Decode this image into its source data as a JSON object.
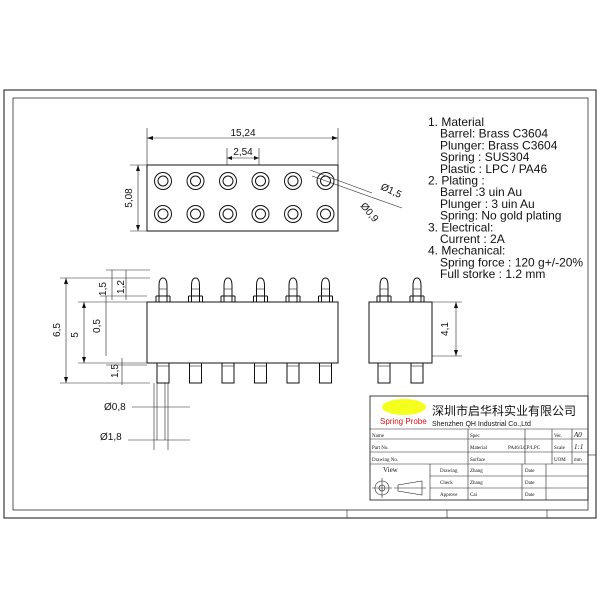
{
  "dims": {
    "w15": "15,24",
    "w254": "2,54",
    "h508": "5,08",
    "d15": "Ø1,5",
    "d09": "Ø0,9",
    "h15a": "1,5",
    "h12": "1,2",
    "h65": "6,5",
    "h05": "0,5",
    "h5": "5",
    "h15b": "1,5",
    "h41": "4,1",
    "d08": "Ø0,8",
    "d18": "Ø1,8"
  },
  "notes": [
    "1. Material",
    "  Barrel: Brass C3604",
    "  Plunger: Brass C3604",
    "  Spring : SUS304",
    "  Plastic : LPC / PA46",
    "2. Plating :",
    "  Barrel :3 uin Au",
    "  Plunger : 3 uin Au",
    "  Spring: No gold plating",
    "3. Electrical:",
    "  Current : 2A",
    "4. Mechanical:",
    "  Spring force : 120 g+/-20%",
    "  Full storke : 1.2 mm"
  ],
  "title_block": {
    "brand": "Spring Probe",
    "company_cn": "深圳市启华科实业有限公司",
    "company_en": "Shenzhen QH Industrial Co.,Ltd",
    "labels": {
      "name": "Name",
      "part_no": "Part No.",
      "drawing_no": "Drawing No.",
      "spec": "Spec",
      "material": "Material",
      "surface": "Surface",
      "ver": "Ver.",
      "scale": "Scale",
      "uom": "UOM",
      "view": "View",
      "drawing": "Drawing",
      "check": "Check",
      "approve": "Approve",
      "date": "Date"
    },
    "values": {
      "material": "PA46/LCP/LPC",
      "ver": "A0",
      "scale": "1:1",
      "uom": "mm",
      "drawing": "Zhang",
      "check": "Zhang",
      "approve": "Cai"
    }
  }
}
